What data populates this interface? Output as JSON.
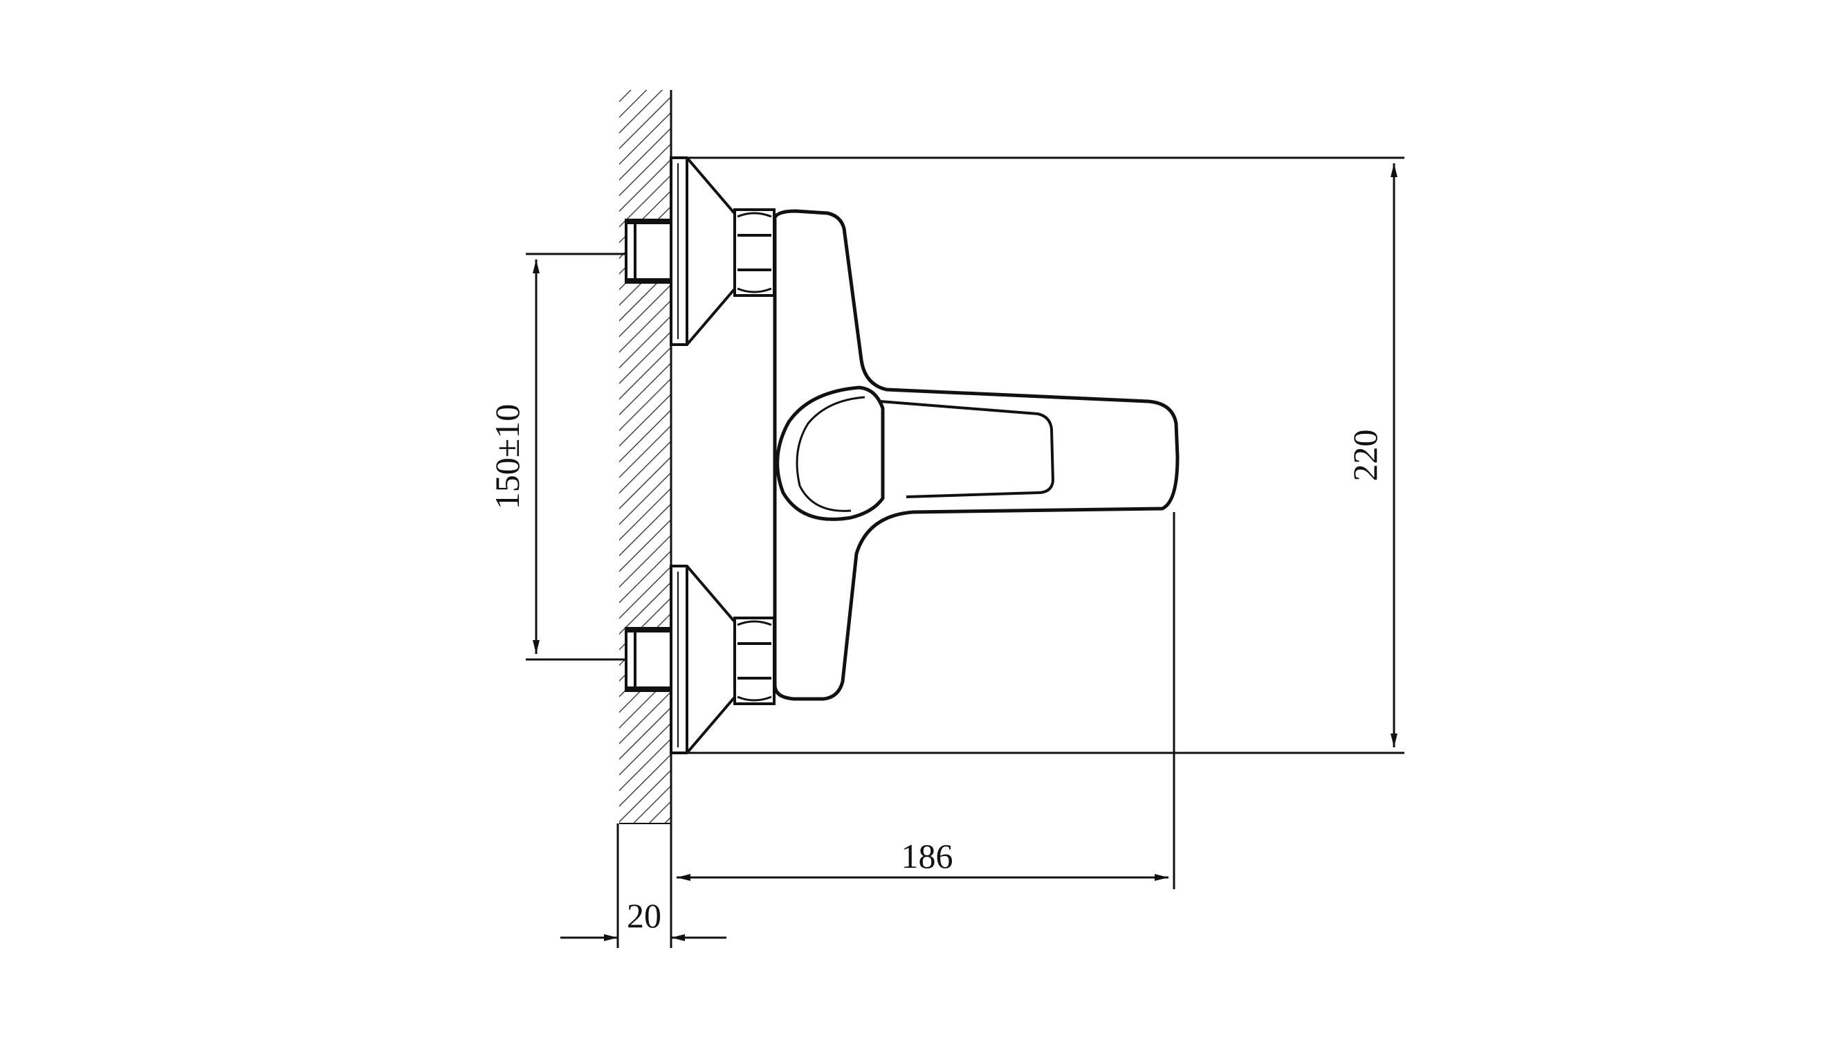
{
  "drawing": {
    "dimensions": {
      "inlet_spacing": "150±10",
      "overall_height": "220",
      "projection": "186",
      "wall_offset": "20"
    },
    "colors": {
      "line": "#111111",
      "hatch": "#444444",
      "background": "#ffffff"
    }
  }
}
